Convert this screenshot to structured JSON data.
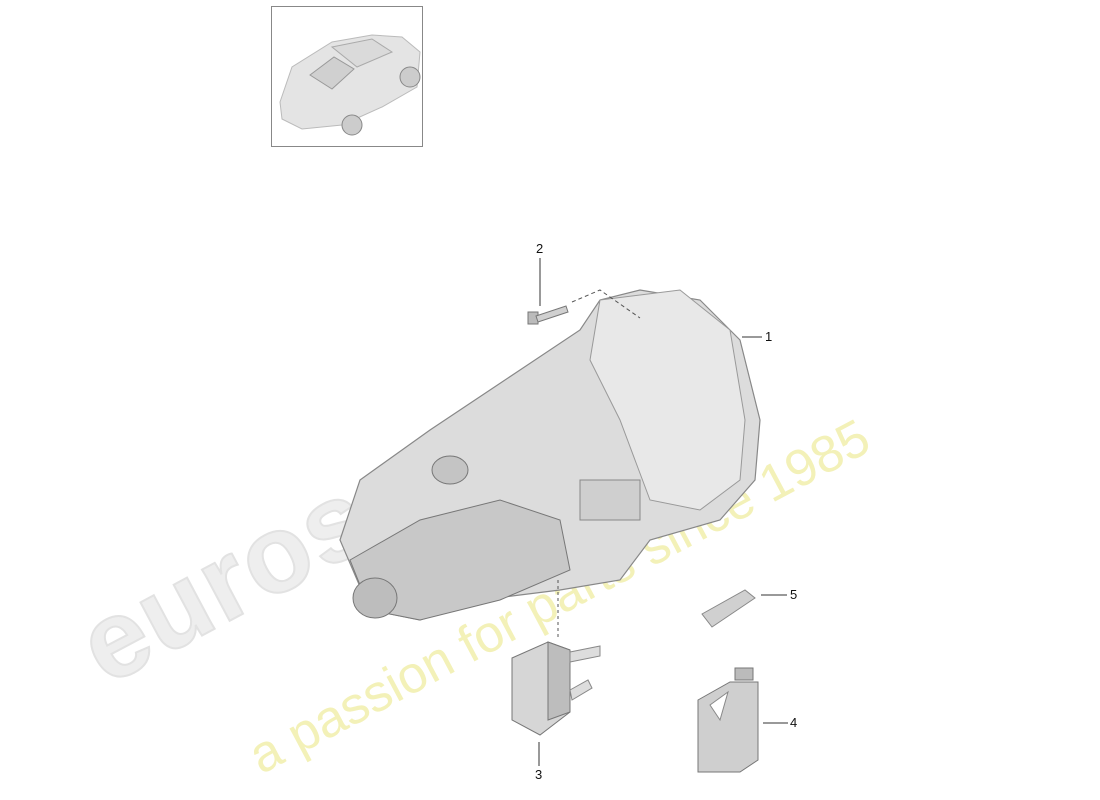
{
  "watermark": {
    "brand": "eurospares",
    "slogan": "a passion for parts since 1985"
  },
  "thumbnail": {
    "icon": "car-overview-icon"
  },
  "callouts": [
    {
      "number": "1",
      "part": "transmission"
    },
    {
      "number": "2",
      "part": "bolt"
    },
    {
      "number": "3",
      "part": "oil-cooler"
    },
    {
      "number": "4",
      "part": "oil-canister"
    },
    {
      "number": "5",
      "part": "grease-tube"
    }
  ]
}
